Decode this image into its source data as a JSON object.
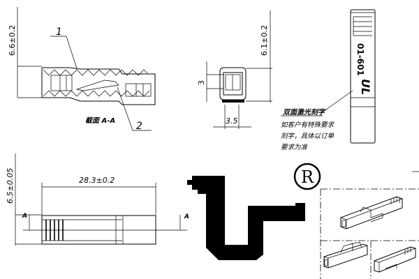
{
  "section_view": {
    "height_dim": "6.6±0.2",
    "callout_1": "1",
    "callout_2": "2",
    "caption": "截面 A-A"
  },
  "end_view": {
    "height_dim": "6.1±0.2",
    "inner_dim": "3",
    "width_dim": "3.5"
  },
  "top_view": {
    "marking_text": "01-601",
    "laser_label": "双面激光刻字",
    "note_lines": [
      "如客户有特殊要求",
      "刻字，具体以订单",
      "要求为准"
    ]
  },
  "side_view": {
    "height_dim": "6.5±0.05",
    "length_dim": "28.3±0.2",
    "section_mark_left": "A",
    "section_mark_right": "A"
  },
  "logo": {
    "registered_mark": "R"
  }
}
